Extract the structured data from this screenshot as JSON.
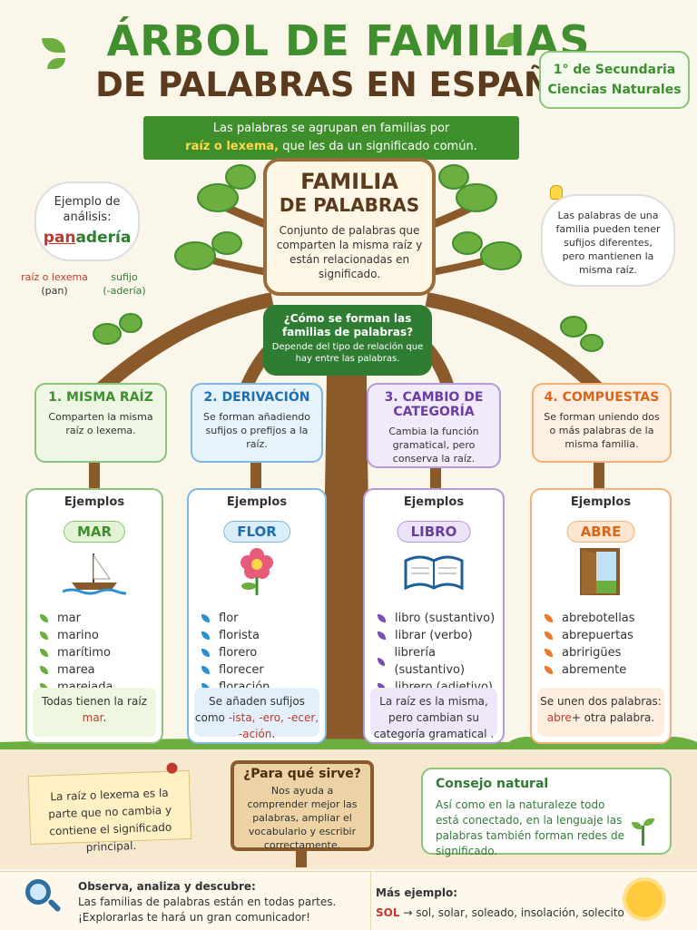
{
  "header": {
    "title_line1": "ÁRBOL DE FAMILIAS",
    "title_line2": "DE PALABRAS EN ESPAÑOL",
    "grade": "1° de Secundaria",
    "subject": "Ciencias Naturales"
  },
  "banner": {
    "text_before": "Las palabras se agrupan en familias por",
    "highlight": "raíz o lexema,",
    "text_after": "que les da un significado común."
  },
  "main": {
    "title_1": "FAMILIA",
    "title_2": "DE PALABRAS",
    "desc": "Conjunto de palabras que comparten la misma raíz y están relacionadas en significado."
  },
  "example": {
    "label": "Ejemplo de análisis:",
    "root": "pan",
    "suffix": "adería",
    "root_label": "raíz o lexema",
    "root_value": "(pan)",
    "suffix_label": "sufijo",
    "suffix_value": "(-adería)"
  },
  "side_note": "Las palabras de una familia pueden tener sufijos diferentes, pero mantienen la misma raíz.",
  "how": {
    "question": "¿Cómo se forman las familias de palabras?",
    "answer": "Depende del tipo de relación que hay entre las palabras."
  },
  "categories": [
    {
      "title": "1. MISMA RAÍZ",
      "desc": "Comparten la misma raíz o lexema.",
      "color": "#3f8f2f",
      "bg": "#eef7e4",
      "border": "#8cc47a"
    },
    {
      "title": "2. DERIVACIÓN",
      "desc": "Se forman añadiendo sufijos o prefijos a la raíz.",
      "color": "#1e6fb0",
      "bg": "#e7f3fb",
      "border": "#7fb8e0"
    },
    {
      "title": "3. CAMBIO DE CATEGORÍA",
      "desc": "Cambia la función gramatical, pero conserva la raíz.",
      "color": "#6a3fa0",
      "bg": "#f1eafa",
      "border": "#b39ad8"
    },
    {
      "title": "4. COMPUESTAS",
      "desc": "Se forman uniendo dos o más palabras de la misma familia.",
      "color": "#d9661a",
      "bg": "#fdf0e2",
      "border": "#f0b27a"
    }
  ],
  "examples_label": "Ejemplos",
  "examples": [
    {
      "word": "MAR",
      "items": [
        "mar",
        "marino",
        "marítimo",
        "marea",
        "marejada"
      ],
      "foot_1": "Todas tienen la raíz",
      "foot_hl": "mar",
      "foot_2": ".",
      "color": "#3f8f2f",
      "wordbg": "#e4f3d4",
      "footbg": "#eef7e0",
      "leaf": "#6cae3f",
      "hl": "#c0392b"
    },
    {
      "word": "FLOR",
      "items": [
        "flor",
        "florista",
        "florero",
        "florecer",
        "floración"
      ],
      "foot_1": "Se añaden sufijos como",
      "foot_hl": "-ista, -ero, -ecer, -ación",
      "foot_2": ".",
      "color": "#1e6fb0",
      "wordbg": "#dcedfa",
      "footbg": "#e3f0fb",
      "leaf": "#2d8fd3",
      "hl": "#c0392b"
    },
    {
      "word": "LIBRO",
      "items": [
        "libro (sustantivo)",
        "librar (verbo)",
        "librería (sustantivo)",
        "librero (adjetivo)"
      ],
      "foot_1": "La raíz es la misma, pero cambian su categoría gramatical",
      "foot_hl": "",
      "foot_2": ".",
      "color": "#6a3fa0",
      "wordbg": "#ece3f8",
      "footbg": "#efe7f9",
      "leaf": "#7a4fb5",
      "hl": "#c0392b"
    },
    {
      "word": "ABRE",
      "items": [
        "abrebotellas",
        "abrepuertas",
        "abririgües",
        "abremente"
      ],
      "foot_1": "Se unen dos palabras:",
      "foot_hl": "abre",
      "foot_2": "+ otra palabra.",
      "color": "#d9661a",
      "wordbg": "#fde6cf",
      "footbg": "#fdeedd",
      "leaf": "#e87b2c",
      "hl": "#c0392b"
    }
  ],
  "note": "La raíz o lexema es la parte que no cambia y contiene el significado principal.",
  "sign": {
    "title": "¿Para qué sirve?",
    "text": "Nos ayuda a comprender mejor las palabras, ampliar el vocabulario y escribir correctamente."
  },
  "tip": {
    "title": "Consejo natural",
    "text": "Así como en la naturaleze todo está conectado, en la lenguaje las palabras también forman redes de significado."
  },
  "footer": {
    "left_title": "Observa, analiza y descubre:",
    "left_line1": "Las familias de palabras están en todas partes.",
    "left_line2": "¡Explorarlas te hará un gran comunicador!",
    "right_title": "Más ejemplo:",
    "right_word": "SOL",
    "right_list": "→ sol, solar, soleado, insolación, solecito"
  }
}
